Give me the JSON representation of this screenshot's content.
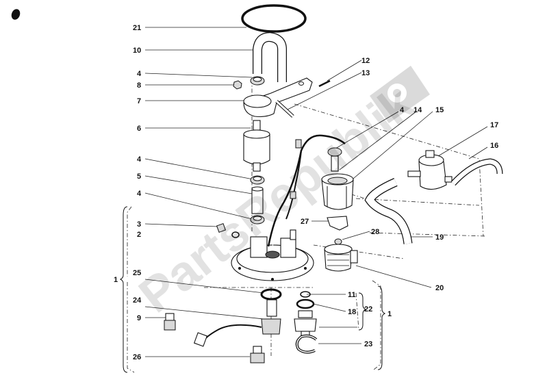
{
  "diagram": {
    "callouts": [
      {
        "id": "21",
        "text": "21"
      },
      {
        "id": "10",
        "text": "10"
      },
      {
        "id": "4a",
        "text": "4"
      },
      {
        "id": "8",
        "text": "8"
      },
      {
        "id": "7",
        "text": "7"
      },
      {
        "id": "6",
        "text": "6"
      },
      {
        "id": "4b",
        "text": "4"
      },
      {
        "id": "5",
        "text": "5"
      },
      {
        "id": "4c",
        "text": "4"
      },
      {
        "id": "3",
        "text": "3"
      },
      {
        "id": "2",
        "text": "2"
      },
      {
        "id": "1a",
        "text": "1"
      },
      {
        "id": "25",
        "text": "25"
      },
      {
        "id": "24",
        "text": "24"
      },
      {
        "id": "9",
        "text": "9"
      },
      {
        "id": "26",
        "text": "26"
      },
      {
        "id": "12",
        "text": "12"
      },
      {
        "id": "13",
        "text": "13"
      },
      {
        "id": "4d",
        "text": "4"
      },
      {
        "id": "14",
        "text": "14"
      },
      {
        "id": "15",
        "text": "15"
      },
      {
        "id": "17",
        "text": "17"
      },
      {
        "id": "16",
        "text": "16"
      },
      {
        "id": "27",
        "text": "27"
      },
      {
        "id": "28",
        "text": "28"
      },
      {
        "id": "19",
        "text": "19"
      },
      {
        "id": "20",
        "text": "20"
      },
      {
        "id": "11",
        "text": "11"
      },
      {
        "id": "18",
        "text": "18"
      },
      {
        "id": "22",
        "text": "22"
      },
      {
        "id": "1b",
        "text": "1"
      },
      {
        "id": "23",
        "text": "23"
      }
    ],
    "watermark": "PartsRepublik",
    "colors": {
      "ink": "#111111",
      "watermark": "#000000",
      "background": "#ffffff"
    },
    "icons": [
      "gear-icon",
      "round-bullet-icon"
    ]
  }
}
